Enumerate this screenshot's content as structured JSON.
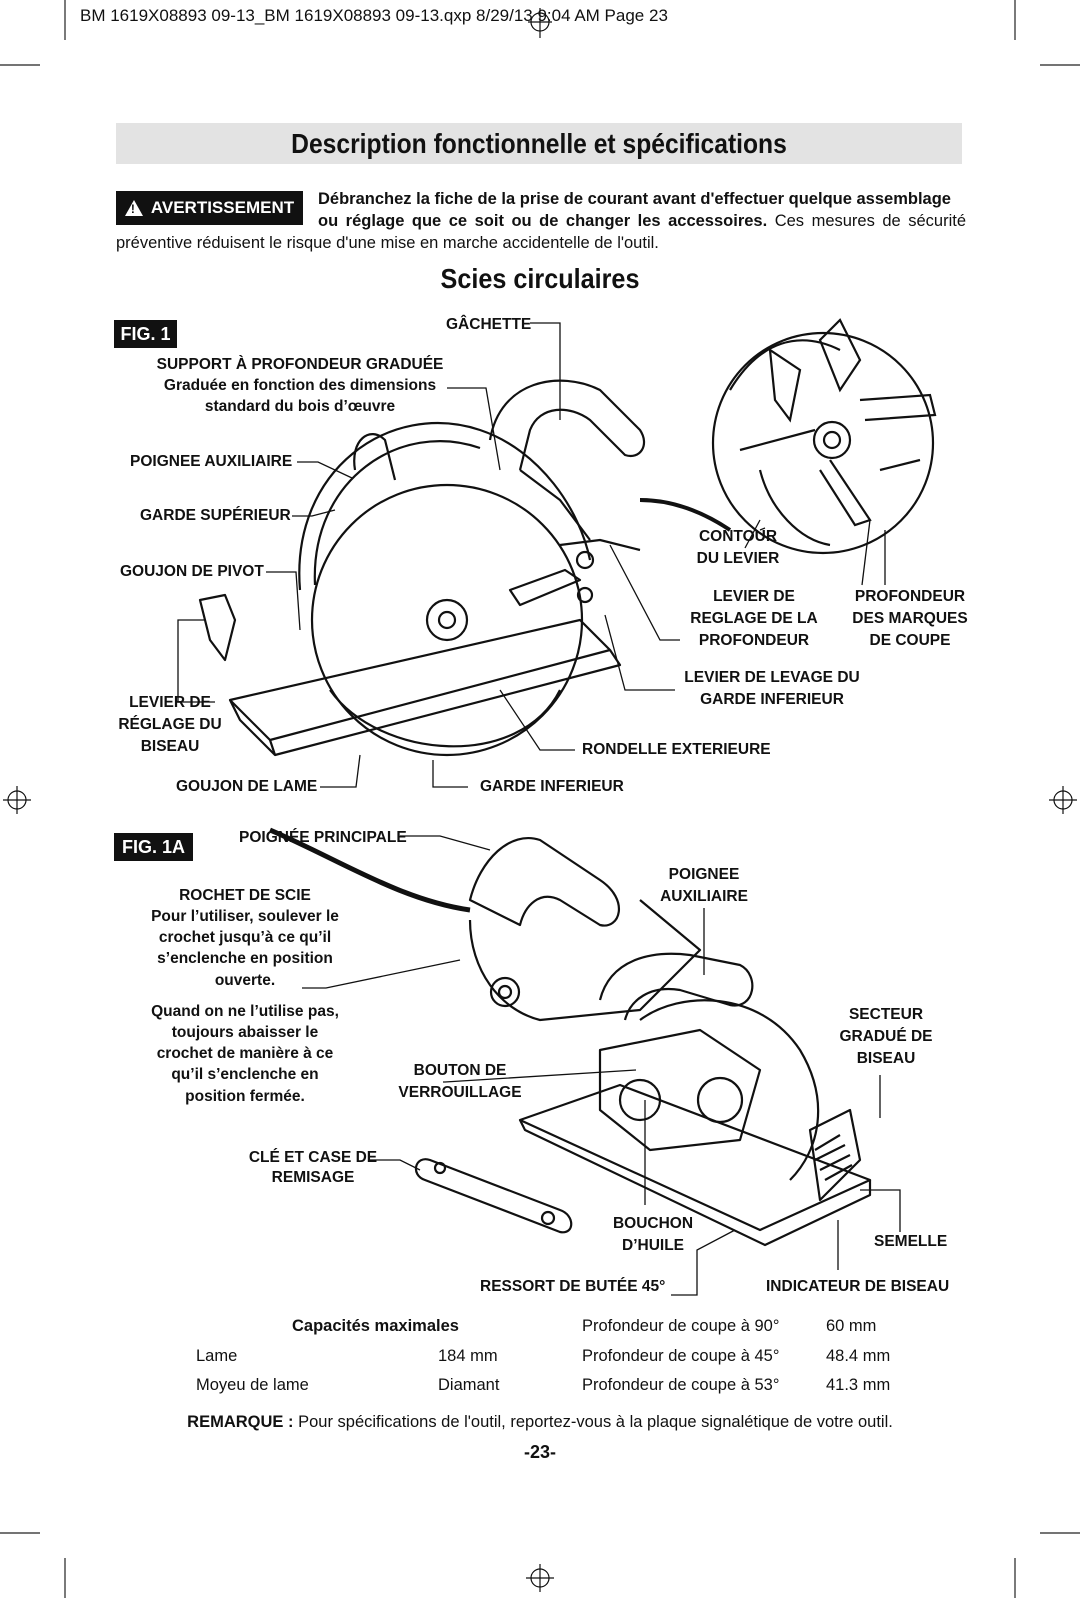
{
  "header": "BM 1619X08893 09-13_BM 1619X08893 09-13.qxp  8/29/13  9:04 AM  Page 23",
  "title": "Description fonctionnelle et spécifications",
  "warning": {
    "badge": "AVERTISSEMENT",
    "line1_bold": "Débranchez la fiche de la prise de courant avant d'effectuer quelque assemblage",
    "line2_bold": "ou réglage que ce soit ou de changer les accessoires.",
    "line2_rest": " Ces mesures de sécurité",
    "line3": "préventive réduisent le risque d'une mise en marche accidentelle de l'outil."
  },
  "subtitle": "Scies circulaires",
  "fig1": {
    "tag": "FIG. 1",
    "gachette": "GÂCHETTE",
    "support_1": "SUPPORT À PROFONDEUR GRADUÉE",
    "support_2": "Graduée en fonction des dimensions",
    "support_3": "standard du bois d’œuvre",
    "poignee_aux": "POIGNEE AUXILIAIRE",
    "garde_sup": "GARDE SUPÉRIEUR",
    "goujon_pivot": "GOUJON DE PIVOT",
    "levier_biseau_1": "LEVIER DE",
    "levier_biseau_2": "RÉGLAGE DU",
    "levier_biseau_3": "BISEAU",
    "goujon_lame": "GOUJON DE LAME",
    "garde_inf": "GARDE INFERIEUR",
    "rondelle": "RONDELLE EXTERIEURE",
    "levage_1": "LEVIER DE LEVAGE DU",
    "levage_2": "GARDE INFERIEUR",
    "contour_1": "CONTOUR",
    "contour_2": "DU LEVIER",
    "levier_prof_1": "LEVIER DE",
    "levier_prof_2": "REGLAGE DE LA",
    "levier_prof_3": "PROFONDEUR",
    "marques_1": "PROFONDEUR",
    "marques_2": "DES MARQUES",
    "marques_3": "DE COUPE"
  },
  "fig1a": {
    "tag": "FIG. 1A",
    "poignee_principale": "POIGNÉE PRINCIPALE",
    "rochet": "ROCHET DE SCIE",
    "rochet_1": "Pour l’utiliser, soulever le",
    "rochet_2": "crochet jusqu’à ce qu’il",
    "rochet_3": "s’enclenche en position",
    "rochet_4": "ouverte.",
    "quand_1": "Quand on ne l’utilise pas,",
    "quand_2": "toujours abaisser le",
    "quand_3": "crochet de manière à ce",
    "quand_4": "qu’il s’enclenche en",
    "quand_5": "position fermée.",
    "poignee_aux_1": "POIGNEE",
    "poignee_aux_2": "AUXILIAIRE",
    "secteur_1": "SECTEUR",
    "secteur_2": "GRADUÉ DE",
    "secteur_3": "BISEAU",
    "bouton_1": "BOUTON DE",
    "bouton_2": "VERROUILLAGE",
    "cle_1": "CLÉ ET CASE DE",
    "cle_2": "REMISAGE",
    "bouchon_1": "BOUCHON",
    "bouchon_2": "D’HUILE",
    "semelle": "SEMELLE",
    "ressort": "RESSORT DE BUTÉE 45°",
    "indicateur": "INDICATEUR DE BISEAU"
  },
  "capacities": {
    "heading": "Capacités maximales",
    "rows": [
      {
        "label": "",
        "value": "",
        "depth_label": "Profondeur de coupe à 90°",
        "depth_value": "60 mm"
      },
      {
        "label": "Lame",
        "value": "184 mm",
        "depth_label": "Profondeur de coupe à 45°",
        "depth_value": "48.4 mm"
      },
      {
        "label": "Moyeu de lame",
        "value": "Diamant",
        "depth_label": "Profondeur de coupe à 53°",
        "depth_value": "41.3 mm"
      }
    ]
  },
  "remark": {
    "bold": "REMARQUE :",
    "text": " Pour spécifications de l'outil, reportez-vous à la plaque signalétique de votre outil."
  },
  "page_number": "-23-"
}
